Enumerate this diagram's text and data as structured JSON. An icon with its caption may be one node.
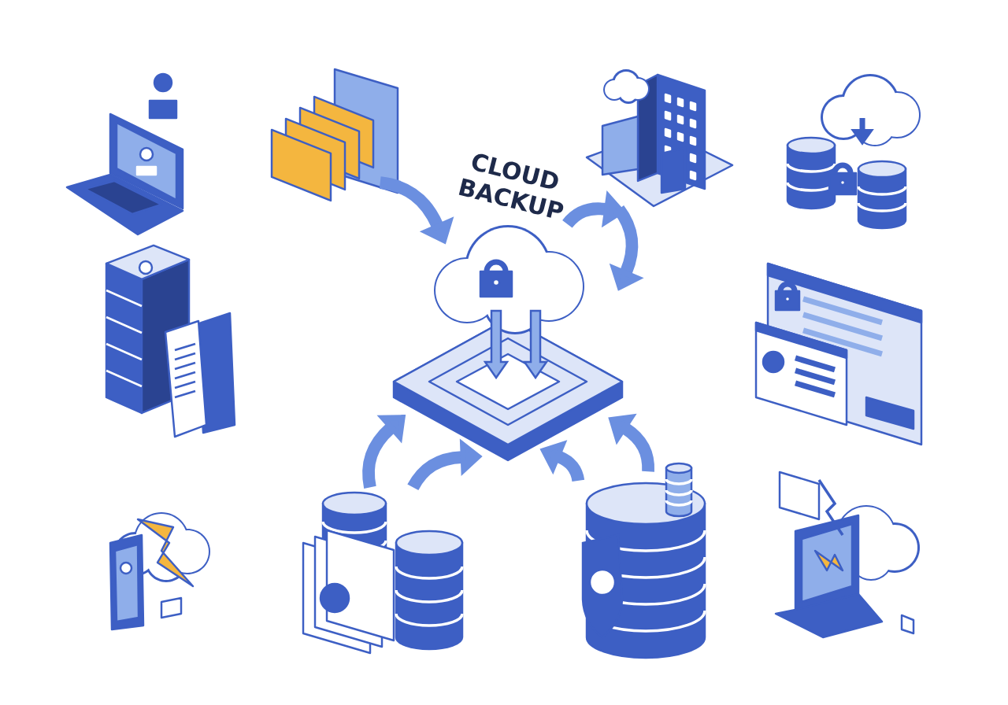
{
  "diagram": {
    "title": "CLOUD BACKUP",
    "nodes": [
      {
        "text": [],
        "shape": "picture"
      },
      {
        "text": [],
        "shape": "picture"
      },
      {
        "text": [],
        "shape": "picture"
      },
      {
        "text": [],
        "shape": "picture"
      },
      {
        "text": [],
        "shape": "picture"
      },
      {
        "text": [],
        "shape": "picture"
      },
      {
        "text": [],
        "shape": "picture"
      },
      {
        "text": [],
        "shape": "picture"
      },
      {
        "text": [],
        "shape": "picture"
      },
      {
        "text": [],
        "shape": "picture"
      },
      {
        "text": [],
        "shape": "picture"
      }
    ],
    "edges": [
      {
        "from": 1,
        "to": 4,
        "arrow": "to"
      },
      {
        "from": 4,
        "to": 2,
        "arrow": "to"
      },
      {
        "from": 2,
        "to": 4,
        "arrow": "to"
      },
      {
        "from": 8,
        "to": 4,
        "arrow": "to"
      },
      {
        "from": 8,
        "to": 4,
        "arrow": "to"
      },
      {
        "from": 9,
        "to": 4,
        "arrow": "to"
      },
      {
        "from": 9,
        "to": 4,
        "arrow": "to"
      }
    ]
  }
}
